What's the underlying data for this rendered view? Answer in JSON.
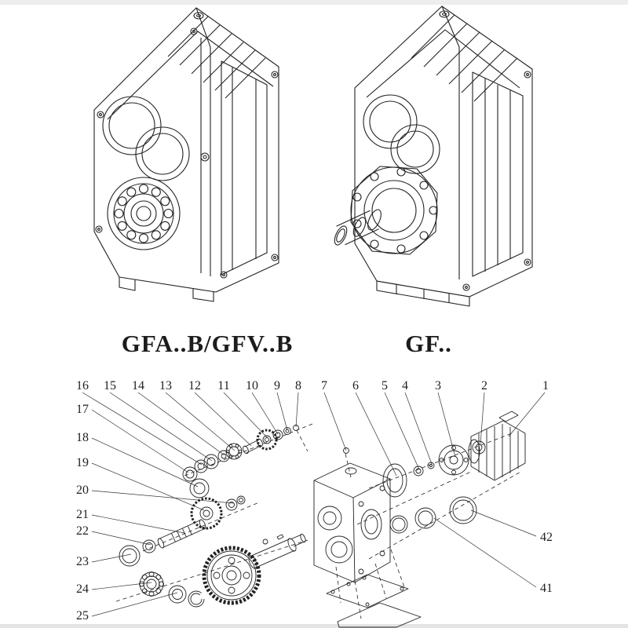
{
  "page": {
    "background": "#ffffff",
    "line_color": "#222222"
  },
  "models": {
    "left_label": "GFA..B/GFV..B",
    "right_label": "GF.."
  },
  "exploded": {
    "callouts_top": [
      "16",
      "15",
      "14",
      "13",
      "12",
      "11",
      "10",
      "9",
      "8",
      "7",
      "6",
      "5",
      "4",
      "3",
      "2",
      "1"
    ],
    "callouts_left": [
      "17",
      "18",
      "19",
      "20",
      "21",
      "22",
      "23",
      "24",
      "25"
    ],
    "callouts_right": [
      "42",
      "41"
    ]
  }
}
